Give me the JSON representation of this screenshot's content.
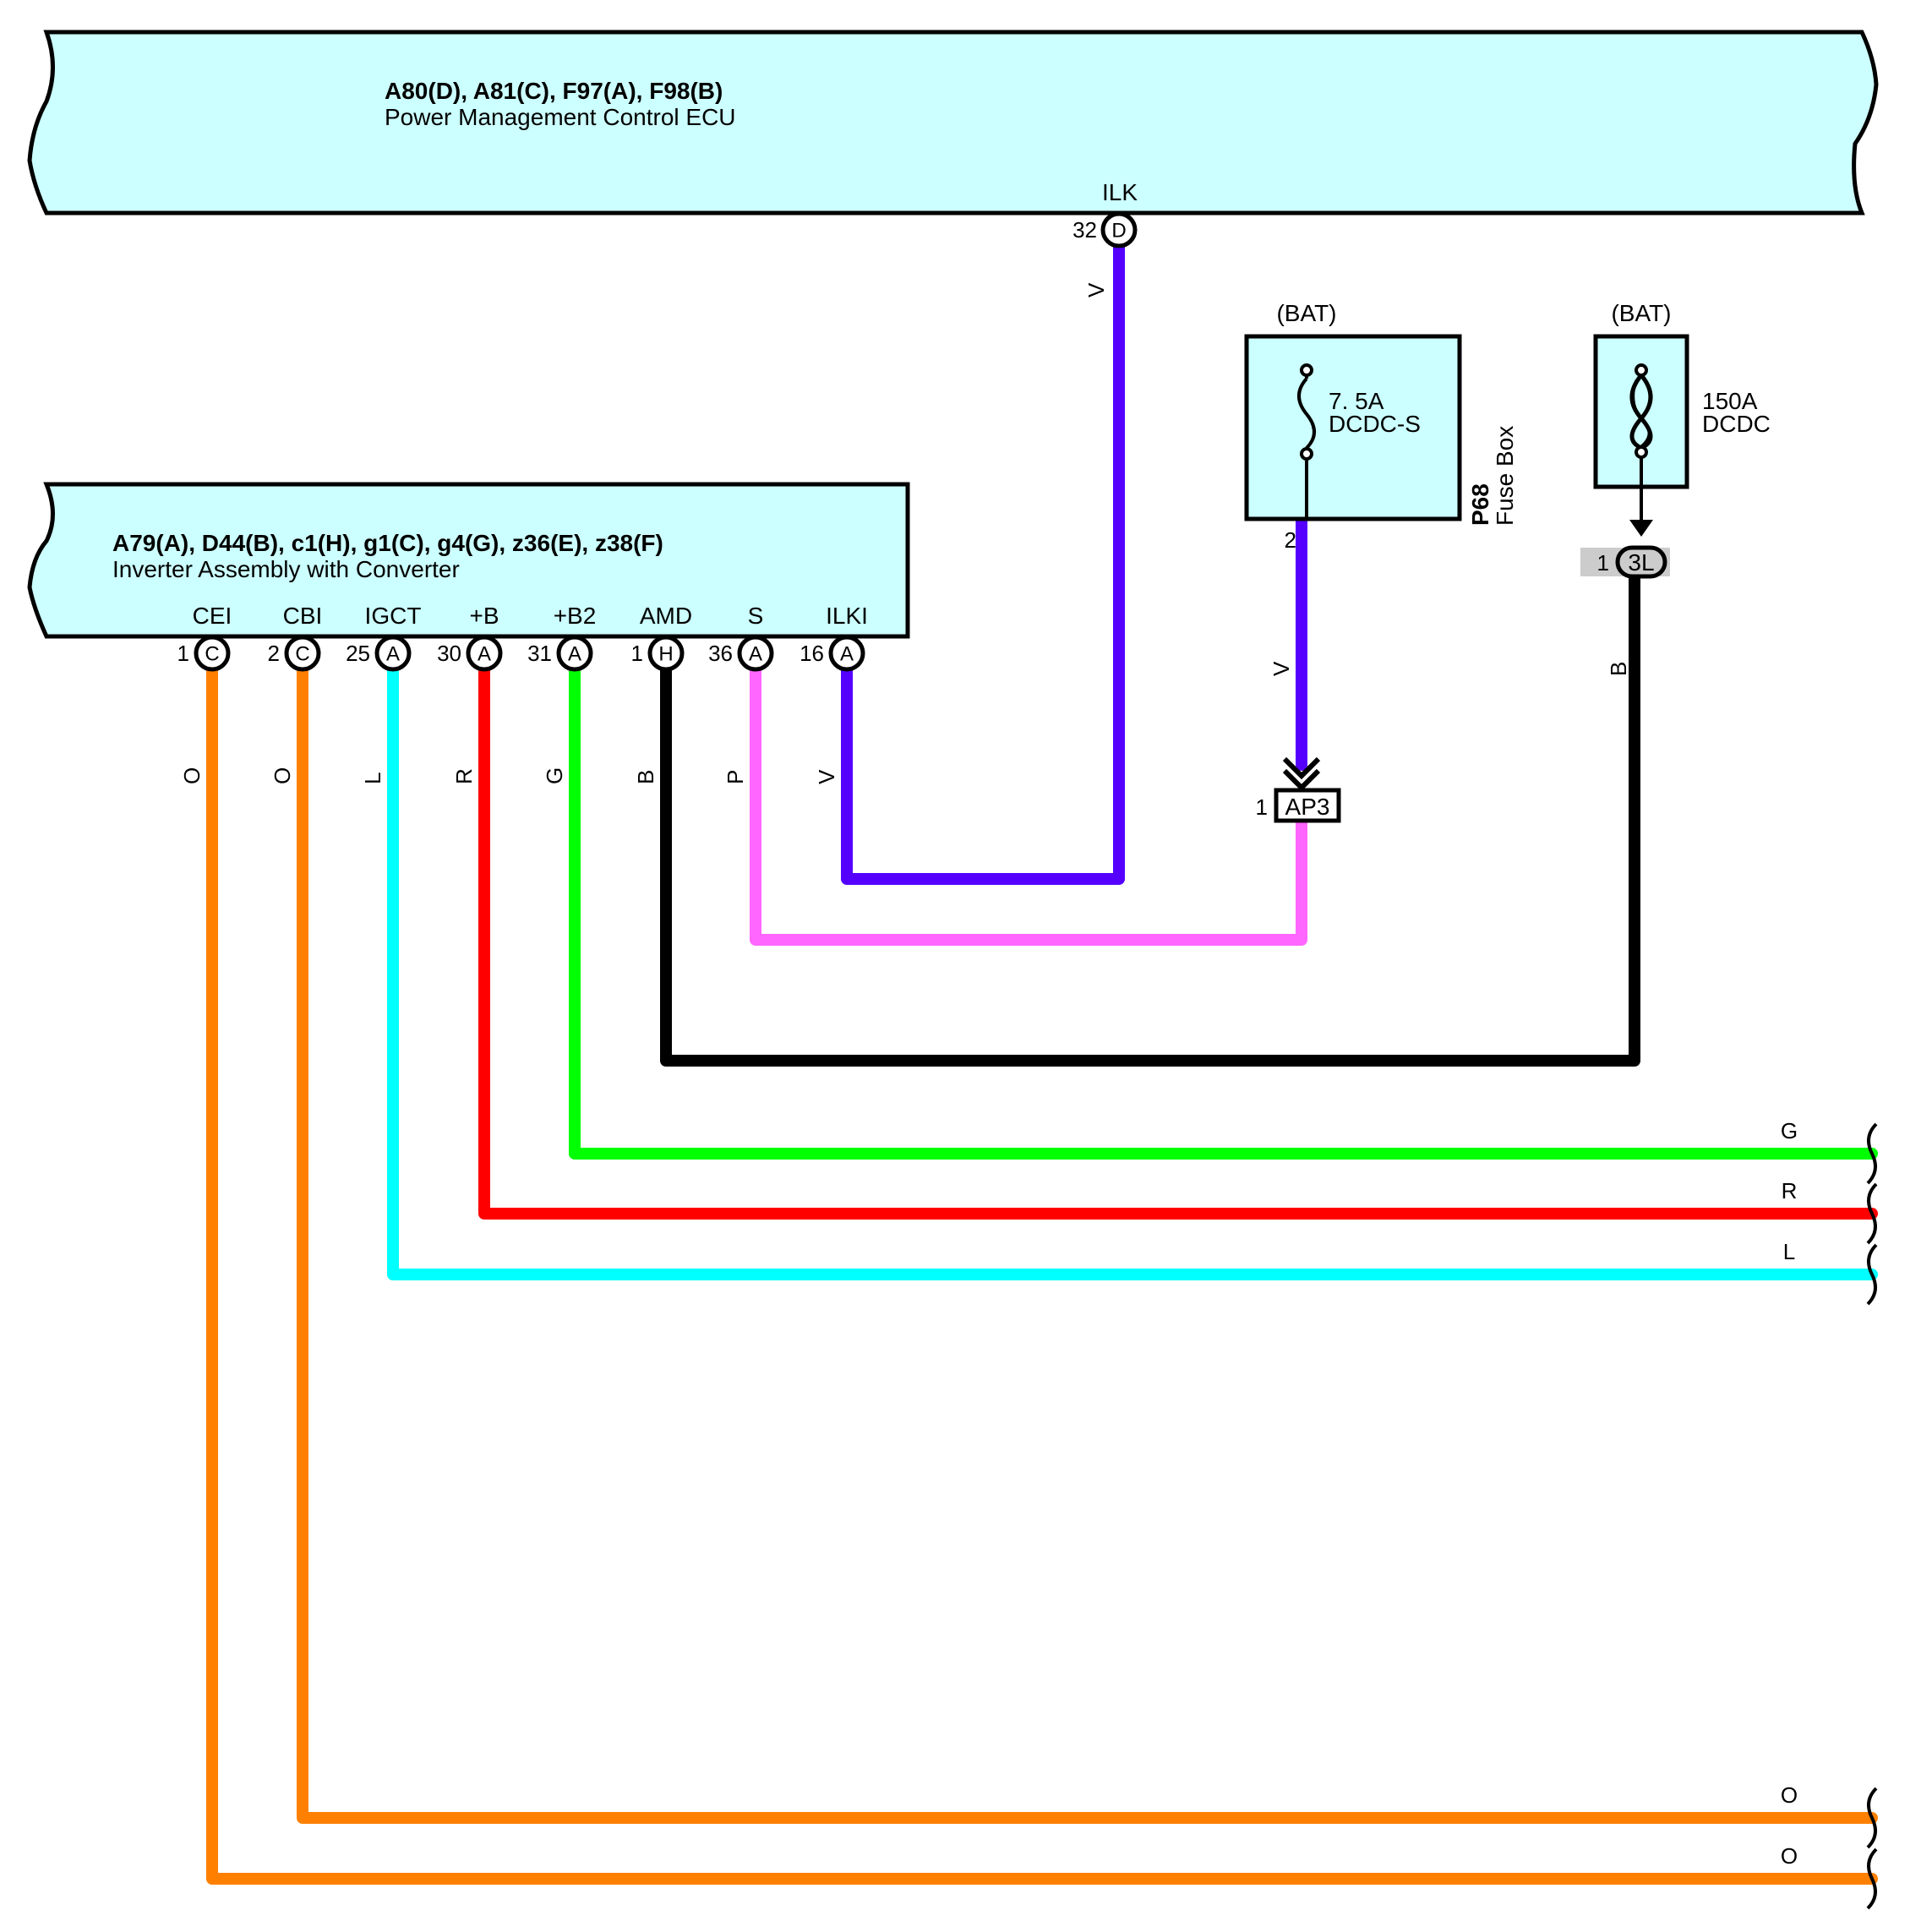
{
  "ecu": {
    "codes": "A80(D), A81(C), F97(A), F98(B)",
    "name": "Power Management Control ECU",
    "pin": {
      "name": "ILK",
      "number": "32",
      "connector": "D"
    }
  },
  "inverter": {
    "codes": "A79(A), D44(B), c1(H), g1(C), g4(G), z36(E), z38(F)",
    "name": "Inverter Assembly with Converter",
    "pins": [
      {
        "name": "CEI",
        "number": "1",
        "connector": "C",
        "wire": "O",
        "color": "#ff8000"
      },
      {
        "name": "CBI",
        "number": "2",
        "connector": "C",
        "wire": "O",
        "color": "#ff8000"
      },
      {
        "name": "IGCT",
        "number": "25",
        "connector": "A",
        "wire": "L",
        "color": "#00ffff"
      },
      {
        "name": "+B",
        "number": "30",
        "connector": "A",
        "wire": "R",
        "color": "#ff0000"
      },
      {
        "name": "+B2",
        "number": "31",
        "connector": "A",
        "wire": "G",
        "color": "#00ff00"
      },
      {
        "name": "AMD",
        "number": "1",
        "connector": "H",
        "wire": "B",
        "color": "#000000"
      },
      {
        "name": "S",
        "number": "36",
        "connector": "A",
        "wire": "P",
        "color": "#ff66ff"
      },
      {
        "name": "ILKI",
        "number": "16",
        "connector": "A",
        "wire": "V",
        "color": "#5500ff"
      }
    ]
  },
  "fusebox": {
    "source": "(BAT)",
    "fuse_rating": "7. 5A",
    "fuse_name": "DCDC-S",
    "code": "P68",
    "name": "Fuse Box",
    "pin_number": "2",
    "wire": "V"
  },
  "fusible": {
    "source": "(BAT)",
    "rating": "150A",
    "name": "DCDC",
    "pin_number": "1",
    "connector": "3L",
    "wire": "B"
  },
  "junction": {
    "label": "AP3",
    "pin_number": "1"
  },
  "ilk_wire": "V",
  "exit_labels": {
    "g": "G",
    "r": "R",
    "l": "L",
    "o1": "O",
    "o2": "O"
  }
}
